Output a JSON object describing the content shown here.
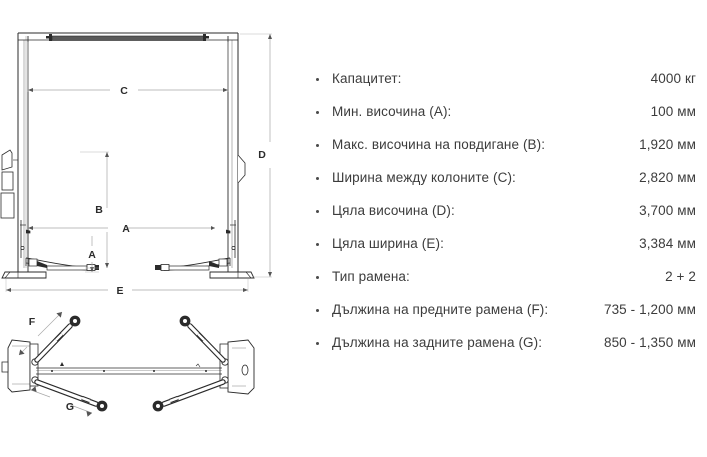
{
  "background_color": "#ffffff",
  "text_color": "#3c3c3c",
  "line_color": "#2b2b2b",
  "dimension_color": "#9a9a9a",
  "diagram": {
    "name": "two-post-car-lift-technical-drawing",
    "views": [
      {
        "name": "front-elevation",
        "description": "Two-post lift front view with overhead beam"
      },
      {
        "name": "plan-view",
        "description": "Top view of base and swing arms"
      }
    ],
    "dimension_labels": {
      "a": "A",
      "a_lower": "A",
      "b": "B",
      "c": "C",
      "d": "D",
      "e": "E",
      "f": "F",
      "g": "G"
    }
  },
  "spec_list": {
    "name": "lift-specifications",
    "rows": [
      {
        "label": "Капацитет:",
        "value": "4000 кг"
      },
      {
        "label": "Мин. височина (A):",
        "value": "100 мм"
      },
      {
        "label": "Макс. височина на повдигане (B):",
        "value": "1,920 мм"
      },
      {
        "label": "Ширина между колоните (C):",
        "value": "2,820 мм"
      },
      {
        "label": "Цяла височина (D):",
        "value": "3,700 мм"
      },
      {
        "label": "Цяла ширина (E):",
        "value": "3,384 мм"
      },
      {
        "label": "Тип рамена:",
        "value": "2 + 2"
      },
      {
        "label": "Дължина на предните рамена (F):",
        "value": "735 - 1,200 мм"
      },
      {
        "label": "Дължина на задните рамена (G):",
        "value": "850 - 1,350 мм"
      }
    ]
  }
}
